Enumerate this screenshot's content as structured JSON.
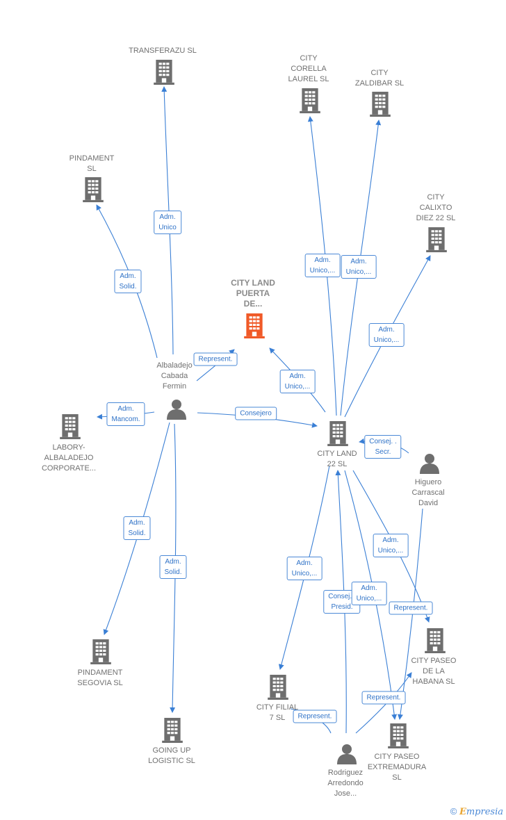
{
  "companies": {
    "transferazu": "TRANSFERAZU SL",
    "pindament": "PINDAMENT\nSL",
    "city_land_puerta": "CITY LAND\nPUERTA\nDE...",
    "city_corella": "CITY\nCORELLA\nLAUREL  SL",
    "city_zaldibar": "CITY\nZALDIBAR  SL",
    "city_calixto": "CITY\nCALIXTO\nDIEZ 22  SL",
    "labory": "LABORY-\nALBALADEJO\nCORPORATE...",
    "city_land_22": "CITY LAND\n22  SL",
    "pindament_segovia": "PINDAMENT\nSEGOVIA  SL",
    "going_up": "GOING UP\nLOGISTIC  SL",
    "city_filial": "CITY FILIAL\n7  SL",
    "city_paseo_habana": "CITY PASEO\nDE LA\nHABANA  SL",
    "city_paseo_extremadura": "CITY PASEO\nEXTREMADURA\nSL"
  },
  "persons": {
    "albaladejo": "Albaladejo\nCabada\nFermin",
    "higuero": "Higuero\nCarrascal\nDavid",
    "rodriguez": "Rodriguez\nArredondo\nJose..."
  },
  "relations": {
    "adm_unico": "Adm.\nUnico",
    "adm_solid": "Adm.\nSolid.",
    "represent": "Represent.",
    "adm_mancom": "Adm.\nMancom.",
    "consejero": "Consejero",
    "adm_unico_ellipsis": "Adm.\nUnico,...",
    "consej_secr": "Consej. .\nSecr.",
    "consej_presid": "Consej. .\nPresid."
  },
  "colors": {
    "edge": "#3a7fd5",
    "node": "#6e6e6e",
    "highlight": "#f05a28"
  },
  "icons": {
    "company": "building-icon",
    "person": "person-icon"
  },
  "footer": {
    "copyright": "©",
    "brand_initial": "E",
    "brand_rest": "mpresia"
  }
}
